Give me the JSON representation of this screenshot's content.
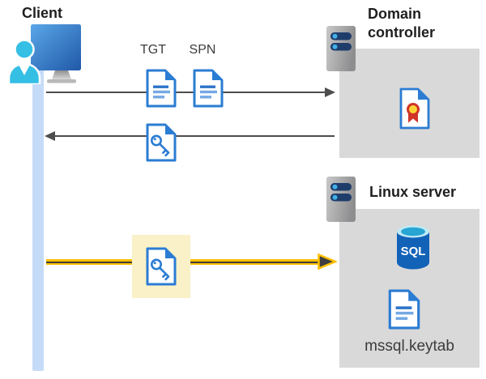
{
  "nodes": {
    "client": {
      "label": "Client"
    },
    "domain_controller": {
      "label": "Domain controller"
    },
    "linux_server": {
      "label": "Linux server"
    }
  },
  "annotations": {
    "tgt": "TGT",
    "spn": "SPN",
    "sql_db": "SQL",
    "keytab_file": "mssql.keytab"
  },
  "icons": {
    "client": "user-at-computer-icon",
    "domain_controller": "server-icon",
    "linux_server": "server-icon",
    "tgt": "document-icon",
    "spn": "document-icon",
    "service_ticket": "key-document-icon",
    "certificate": "certificate-document-icon",
    "database": "sql-database-icon",
    "keytab": "document-icon"
  },
  "colors": {
    "document_blue": "#2b7cd3",
    "node_box_gray": "#d9d9d9",
    "lifeline_blue": "#c5dcf8",
    "arrow_gray": "#4d4d4f",
    "connection_yellow": "#ffc000",
    "highlight_yellow_fill": "#faf1c8",
    "certificate_red": "#d13428",
    "certificate_gold": "#ffd335",
    "person_cyan": "#35bfe4"
  }
}
